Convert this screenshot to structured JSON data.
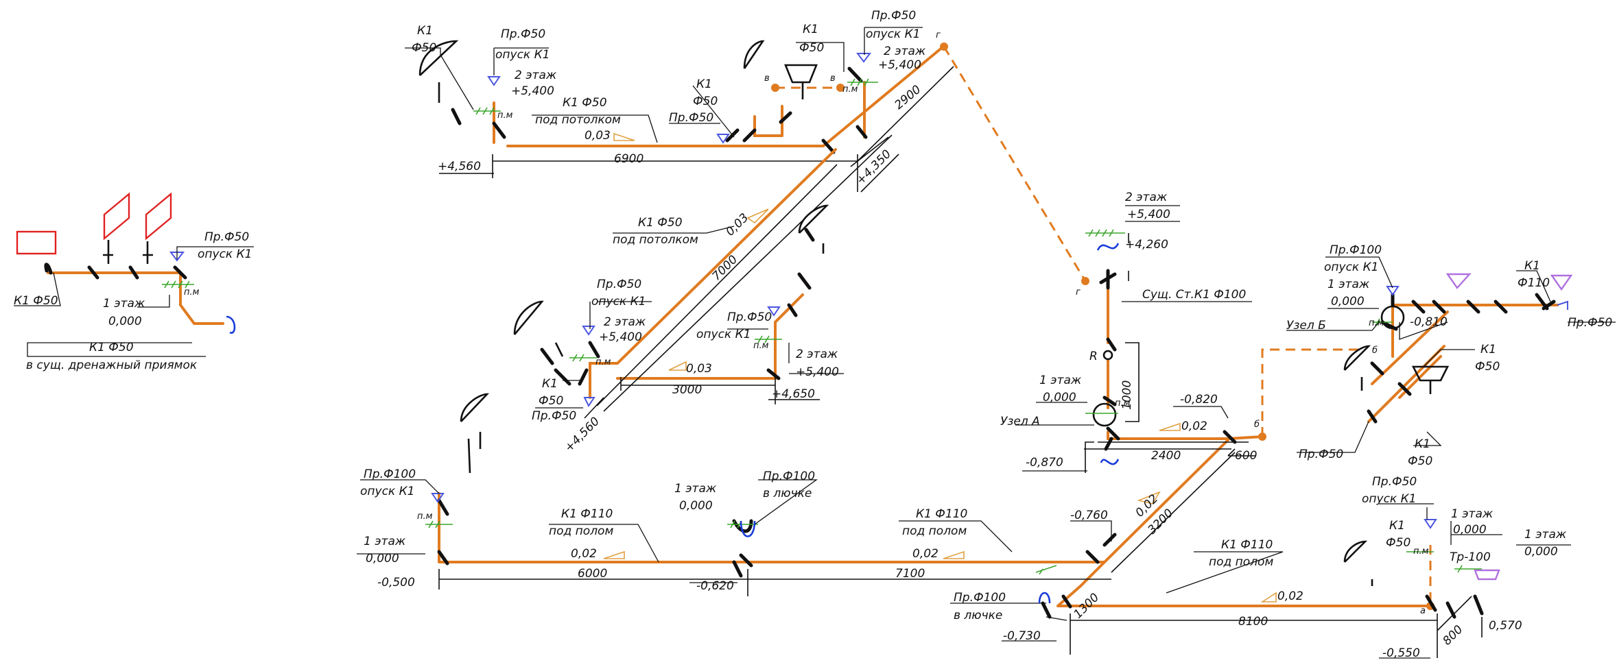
{
  "labels": {
    "k1_50": "К1 Ф50",
    "k1": "К1",
    "f50": "Ф50",
    "f110": "Ф110",
    "pr50": "Пр.Ф50",
    "pr100": "Пр.Ф100",
    "opusk": "опуск К1",
    "floor2": "2 этаж",
    "floor1": "1 этаж",
    "under_ceiling": "под потолком",
    "under_floor": "под полом",
    "drain_pit": "в сущ. дренажный приямок",
    "in_hatch": "в лючке",
    "k1_110": "К1 Ф110",
    "existing_riser": "Сущ. Ст.К1 Ф100",
    "node_a": "Узел А",
    "node_b": "Узел Б",
    "pm": "п.м",
    "r": "R",
    "tr100": "Тр-100",
    "g": "г",
    "v": "в",
    "b": "б",
    "a": "а"
  },
  "elevations": {
    "e5400": "+5,400",
    "e4560": "+4,560",
    "e4350": "+4,350",
    "e4650": "+4,650",
    "e4260": "+4,260",
    "e0000": "0,000",
    "em0500": "-0,500",
    "em0620": "-0,620",
    "em0730": "-0,730",
    "em0760": "-0,760",
    "em0550": "-0,550",
    "em0870": "-0,870",
    "em0820": "-0,820",
    "em0810": "-0,810",
    "em0570": "0,570"
  },
  "slopes": {
    "s003": "0,03",
    "s002": "0,02"
  },
  "dimensions": {
    "d6900": "6900",
    "d2900": "2900",
    "d7000": "7000",
    "d3000": "3000",
    "d6000": "6000",
    "d7100": "7100",
    "d3200": "3200",
    "d2400": "2400",
    "d600": "600",
    "d1000": "1000",
    "d8100": "8100",
    "d1300": "1300",
    "d800": "800"
  }
}
